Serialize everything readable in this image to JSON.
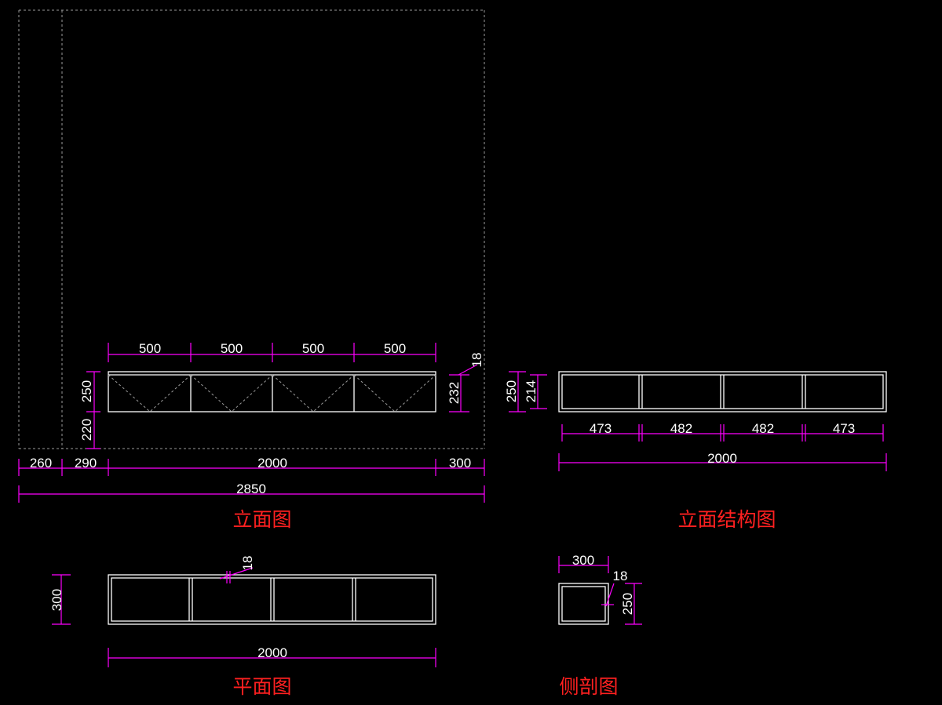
{
  "colors": {
    "background": "#000000",
    "outline": "#ffffff",
    "dimension": "#ff00ff",
    "title": "#ff2020",
    "hidden_line": "#9a9a9a"
  },
  "elevation": {
    "title": "立面图",
    "bay_widths": [
      "500",
      "500",
      "500",
      "500"
    ],
    "height": "250",
    "floor_gap": "220",
    "inner_height": "232",
    "board_thickness": "18",
    "bottom_segments": [
      "260",
      "290",
      "2000",
      "300"
    ],
    "overall": "2850"
  },
  "structure": {
    "title": "立面结构图",
    "height": "250",
    "inner_height": "214",
    "bay_widths": [
      "473",
      "482",
      "482",
      "473"
    ],
    "overall": "2000"
  },
  "plan": {
    "title": "平面图",
    "depth": "300",
    "board_thickness": "18",
    "overall": "2000"
  },
  "section": {
    "title": "侧剖图",
    "width": "300",
    "height": "250",
    "board_thickness": "18"
  }
}
